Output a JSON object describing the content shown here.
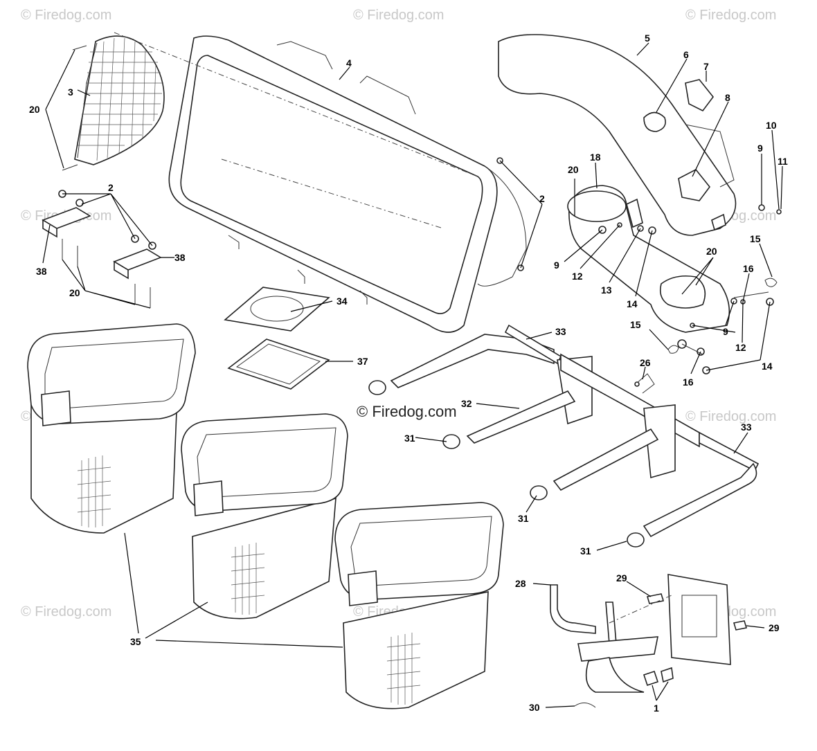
{
  "watermark": {
    "main": "© Firedog.com",
    "repeat": "© Firedog.com"
  },
  "labels": {
    "l1": "1",
    "l2a": "2",
    "l2b": "2",
    "l3": "3",
    "l4": "4",
    "l5": "5",
    "l6": "6",
    "l7": "7",
    "l8": "8",
    "l9a": "9",
    "l9b": "9",
    "l9c": "9",
    "l10": "10",
    "l11": "11",
    "l12a": "12",
    "l12b": "12",
    "l13": "13",
    "l14a": "14",
    "l14b": "14",
    "l15a": "15",
    "l15b": "15",
    "l16a": "16",
    "l16b": "16",
    "l18": "18",
    "l20a": "20",
    "l20b": "20",
    "l20c": "20",
    "l20d": "20",
    "l26": "26",
    "l28": "28",
    "l29a": "29",
    "l29b": "29",
    "l30": "30",
    "l31a": "31",
    "l31b": "31",
    "l31c": "31",
    "l32": "32",
    "l33a": "33",
    "l33b": "33",
    "l34": "34",
    "l35": "35",
    "l37": "37",
    "l38a": "38",
    "l38b": "38"
  }
}
